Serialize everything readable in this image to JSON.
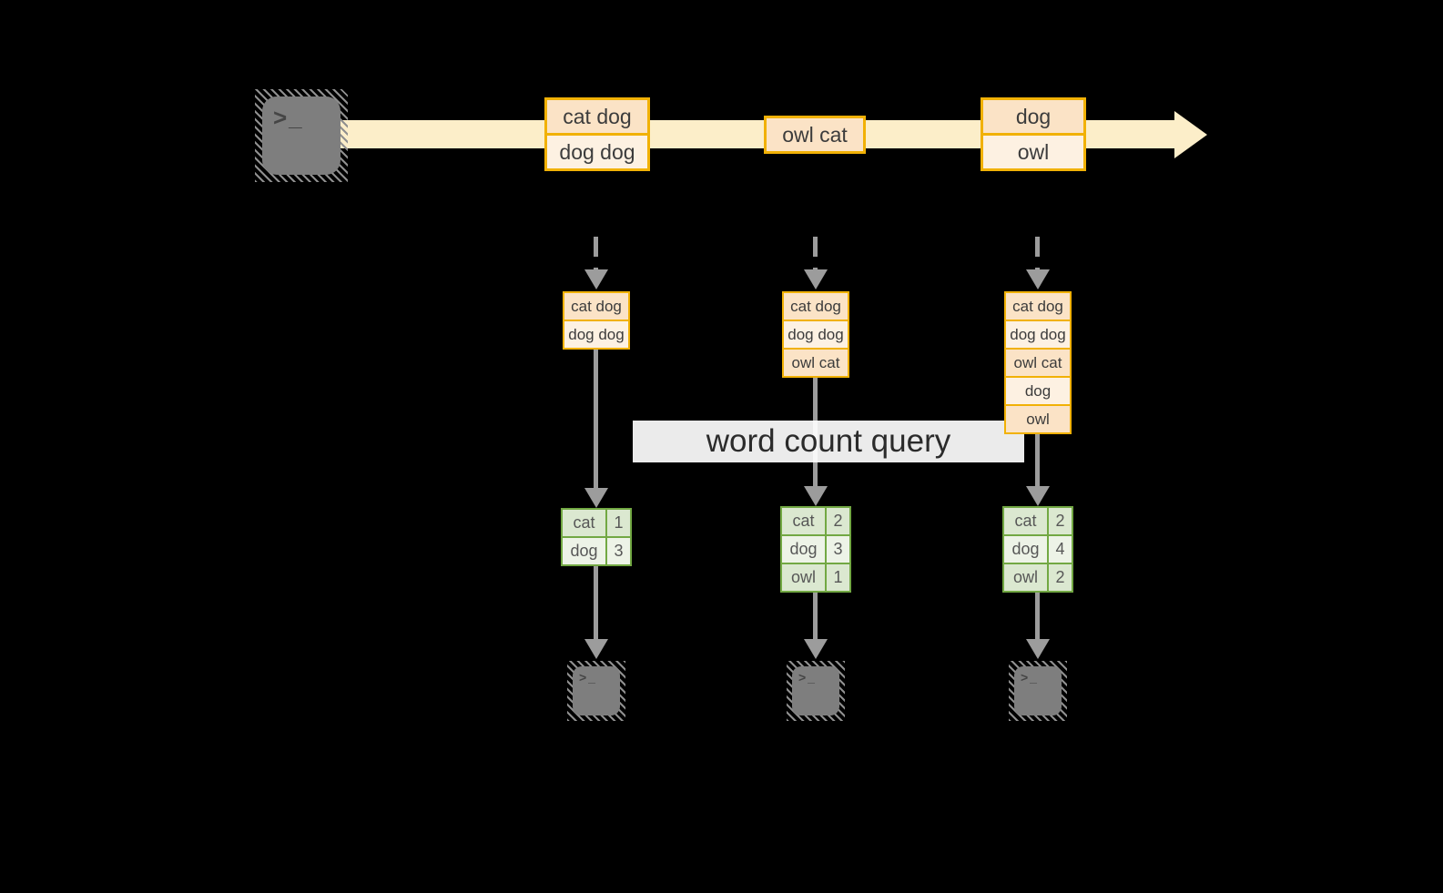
{
  "colors": {
    "bg": "#000000",
    "band": "#fceec9",
    "orange": "#f1b106",
    "peach": "#fbe3c6",
    "cream": "#fdf1e2",
    "green": "#72a843",
    "green-row-dark": "#dbe8d0",
    "green-row-light": "#edf3e7",
    "arrow-gray": "#9c9c9c",
    "icon-gray": "#7e7e7e",
    "text-dark": "#3c3c3c",
    "table-text": "#575757",
    "query-text": "#2b2b2b"
  },
  "terminal_prompt": ">_",
  "query_label": "word count query",
  "stream_events": [
    {
      "rows": [
        "cat dog",
        "dog dog"
      ]
    },
    {
      "rows": [
        "owl cat"
      ]
    },
    {
      "rows": [
        "dog",
        "owl"
      ]
    }
  ],
  "windows": [
    {
      "records": [
        "cat dog",
        "dog dog"
      ]
    },
    {
      "records": [
        "cat dog",
        "dog dog",
        "owl cat"
      ]
    },
    {
      "records": [
        "cat dog",
        "dog dog",
        "owl cat",
        "dog",
        "owl"
      ]
    }
  ],
  "counts": [
    {
      "rows": [
        {
          "word": "cat",
          "count": "1"
        },
        {
          "word": "dog",
          "count": "3"
        }
      ]
    },
    {
      "rows": [
        {
          "word": "cat",
          "count": "2"
        },
        {
          "word": "dog",
          "count": "3"
        },
        {
          "word": "owl",
          "count": "1"
        }
      ]
    },
    {
      "rows": [
        {
          "word": "cat",
          "count": "2"
        },
        {
          "word": "dog",
          "count": "4"
        },
        {
          "word": "owl",
          "count": "2"
        }
      ]
    }
  ]
}
